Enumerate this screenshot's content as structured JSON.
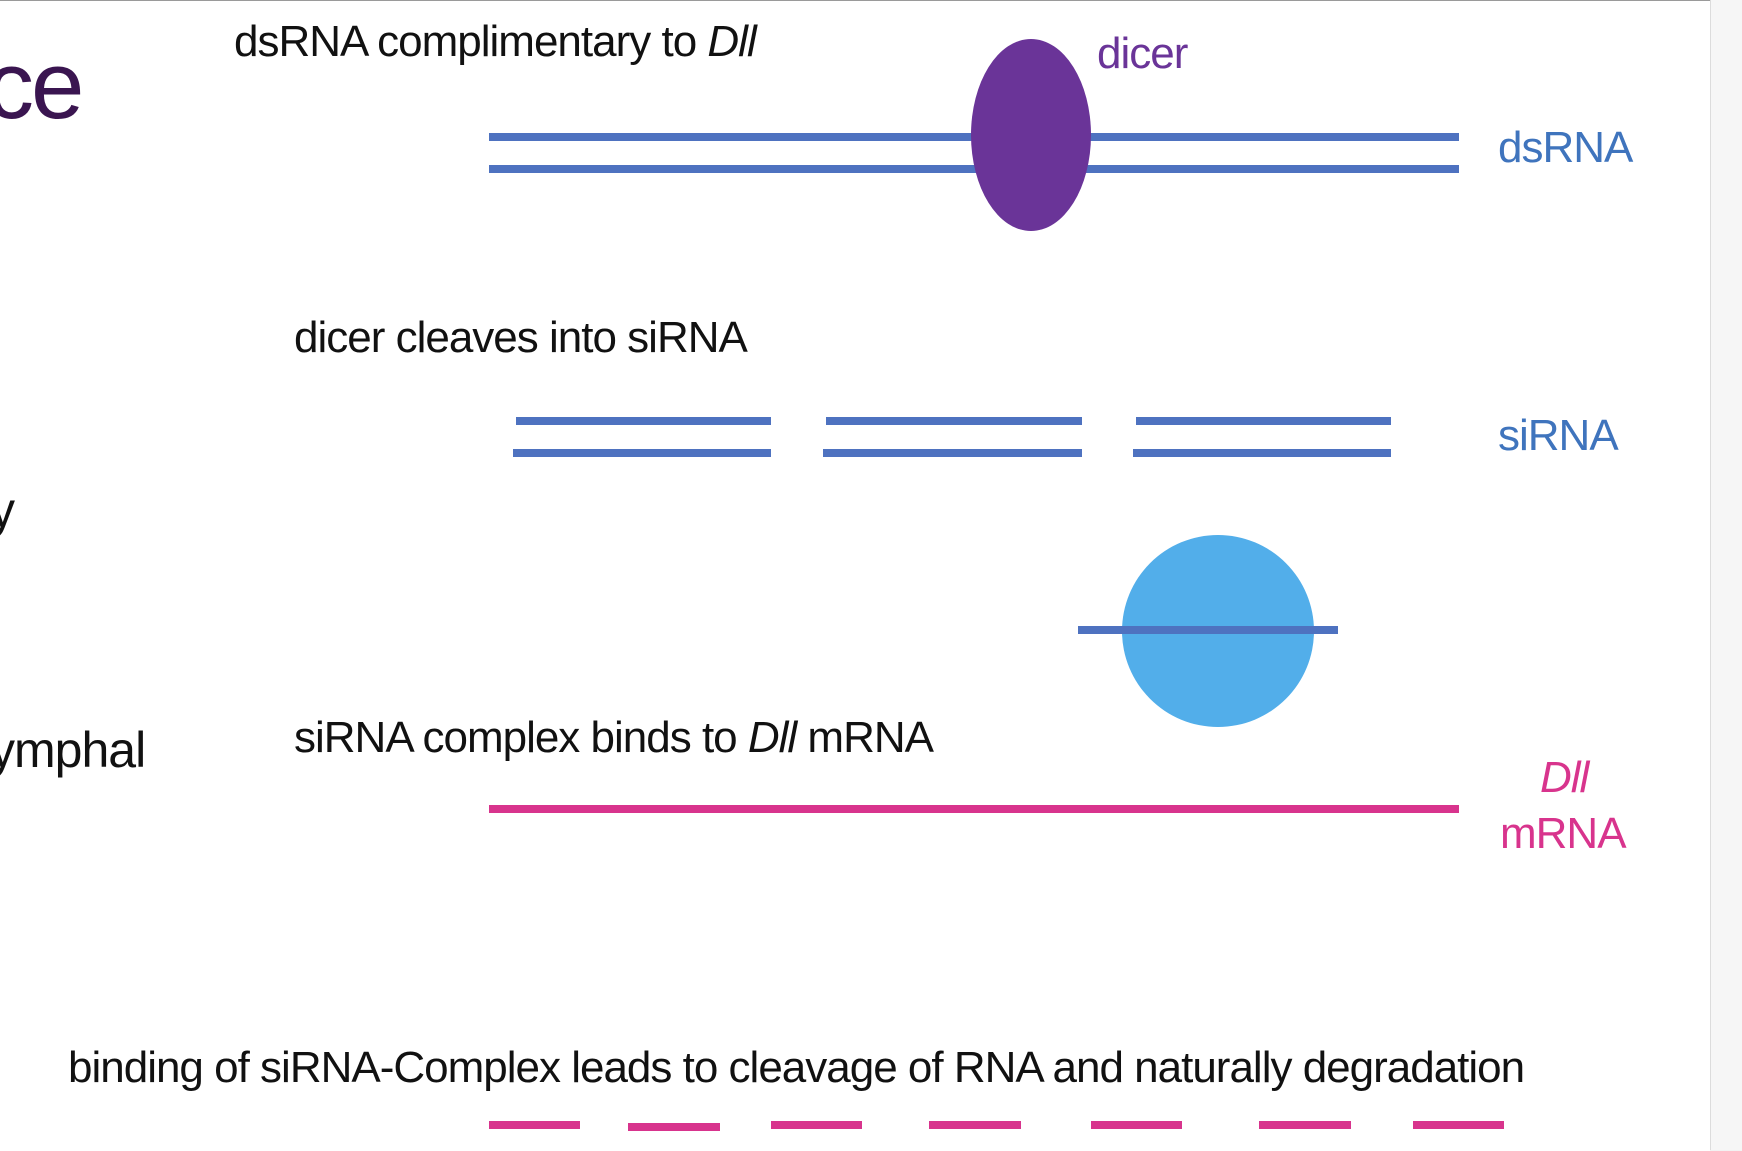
{
  "slide": {
    "title_fragment": "ce",
    "left_fragments": [
      "y",
      "ymphal"
    ]
  },
  "steps": {
    "step1": {
      "caption_prefix": "dsRNA complimentary to ",
      "caption_gene": "Dll"
    },
    "step2": {
      "caption": "dicer cleaves into siRNA"
    },
    "step3": {
      "caption_prefix": "siRNA complex binds to ",
      "caption_gene": "Dll",
      "caption_suffix": " mRNA"
    },
    "step4": {
      "caption": "binding of siRNA-Complex leads to cleavage of RNA and naturally degradation"
    }
  },
  "labels": {
    "dicer": "dicer",
    "dsrna": "dsRNA",
    "sirna": "siRNA",
    "mrna_gene": "Dll",
    "mrna": "mRNA"
  },
  "colors": {
    "rna_blue": "#4e72c0",
    "label_blue": "#3f74bd",
    "dicer_purple": "#6a3498",
    "risc_blue": "#52aeea",
    "mrna_magenta": "#d8348d",
    "title_purple": "#3a1550"
  },
  "counts": {
    "sirna_fragments": 3,
    "degraded_fragments": 7
  }
}
